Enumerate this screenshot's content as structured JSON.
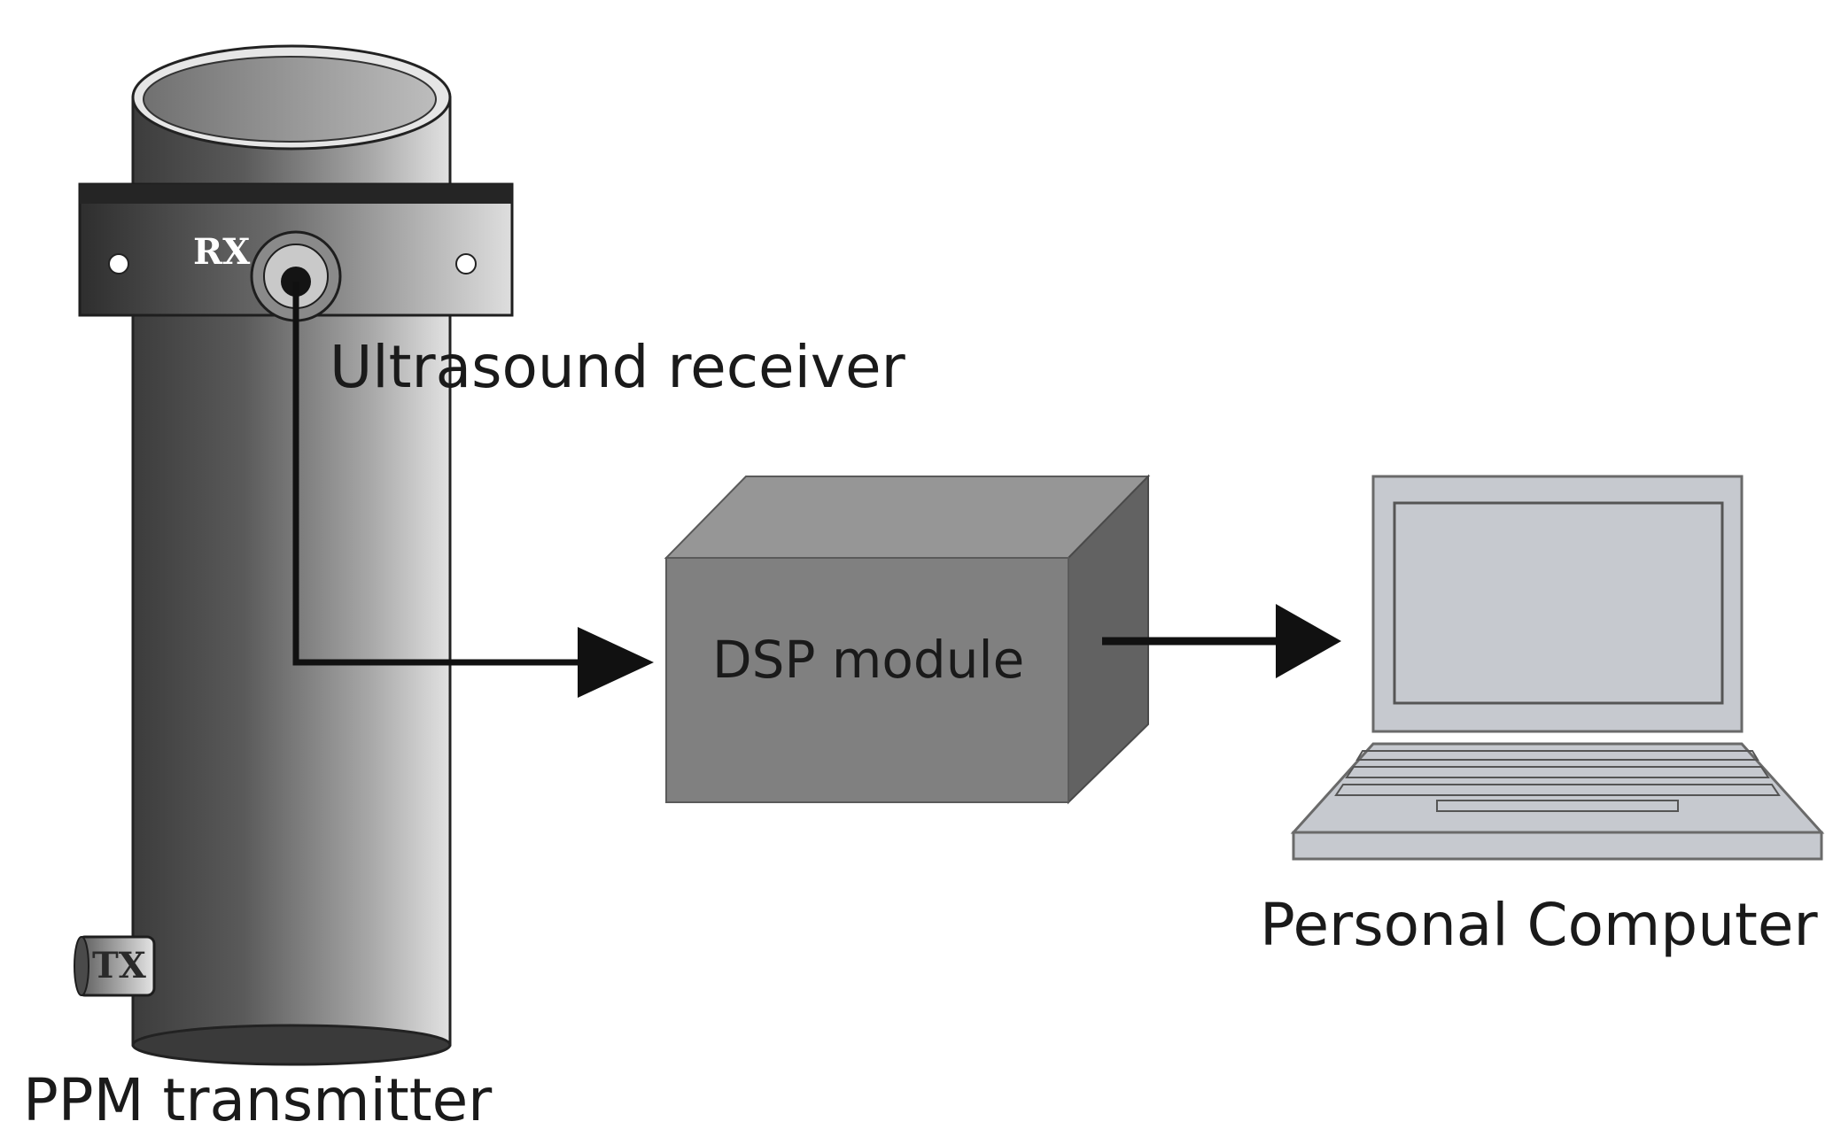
{
  "labels": {
    "ultrasound_receiver": "Ultrasound receiver",
    "dsp_module": "DSP module",
    "personal_computer": "Personal Computer",
    "ppm_transmitter": "PPM transmitter",
    "rx_tag": "RX",
    "tx_tag": "TX"
  },
  "colors": {
    "background": "#ffffff",
    "pipe_dark": "#3a3a3a",
    "pipe_light": "#d8d8d8",
    "box_front": "#7f7f7f",
    "box_top": "#969696",
    "box_side": "#5f5f5f",
    "laptop": "#c6c9cf",
    "arrow": "#111111"
  }
}
